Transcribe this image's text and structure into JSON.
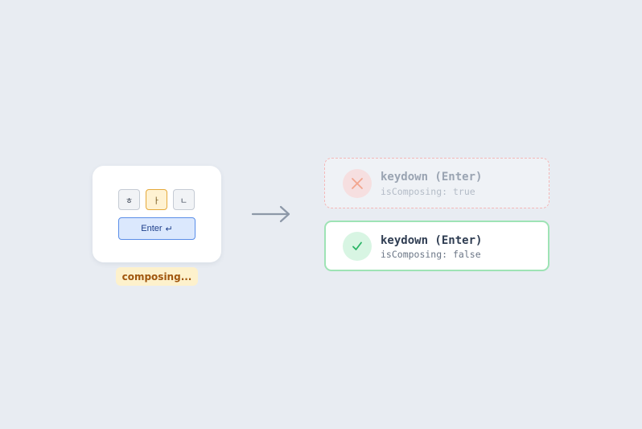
{
  "keyboard": {
    "keys": [
      "ㅎ",
      "ㅏ",
      "ㄴ"
    ],
    "active_key_index": 1,
    "enter_label": "Enter",
    "enter_symbol": "↵"
  },
  "composing_label": "composing...",
  "events": [
    {
      "status": "rejected",
      "title": "keydown (Enter)",
      "subtitle": "isComposing: true",
      "icon": "x-icon"
    },
    {
      "status": "accepted",
      "title": "keydown (Enter)",
      "subtitle": "isComposing: false",
      "icon": "check-icon"
    }
  ],
  "colors": {
    "background": "#e8ecf2",
    "active_key": "#e5a93c",
    "enter_key": "#5a8ee8",
    "composing_badge": "#fdf1cc",
    "composing_text": "#a0560e",
    "rejected_border": "#f4b8b8",
    "rejected_icon": "#f2a58e",
    "accepted_border": "#9ee3b5",
    "accepted_icon": "#2bb567",
    "arrow": "#8d98a8"
  }
}
